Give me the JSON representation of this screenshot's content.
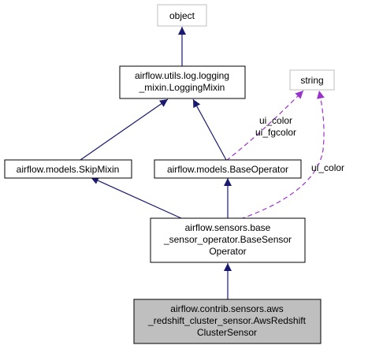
{
  "colors": {
    "inherit_edge": "#191970",
    "usage_edge": "#9a32cd",
    "node_border": "#000000",
    "external_border": "#bfbfbf",
    "highlight_fill": "#bfbfbf",
    "node_fill": "#ffffff"
  },
  "nodes": {
    "object": {
      "lines": [
        "object"
      ]
    },
    "logging_mixin": {
      "lines": [
        "airflow.utils.log.logging",
        "_mixin.LoggingMixin"
      ]
    },
    "string": {
      "lines": [
        "string"
      ]
    },
    "skip_mixin": {
      "lines": [
        "airflow.models.SkipMixin"
      ]
    },
    "base_operator": {
      "lines": [
        "airflow.models.BaseOperator"
      ]
    },
    "base_sensor": {
      "lines": [
        "airflow.sensors.base",
        "_sensor_operator.BaseSensor",
        "Operator"
      ]
    },
    "aws_redshift": {
      "lines": [
        "airflow.contrib.sensors.aws",
        "_redshift_cluster_sensor.AwsRedshift",
        "ClusterSensor"
      ]
    }
  },
  "edge_labels": {
    "base_operator_string": [
      "ui_color",
      "ui_fgcolor"
    ],
    "base_sensor_string": [
      "ui_color"
    ]
  }
}
